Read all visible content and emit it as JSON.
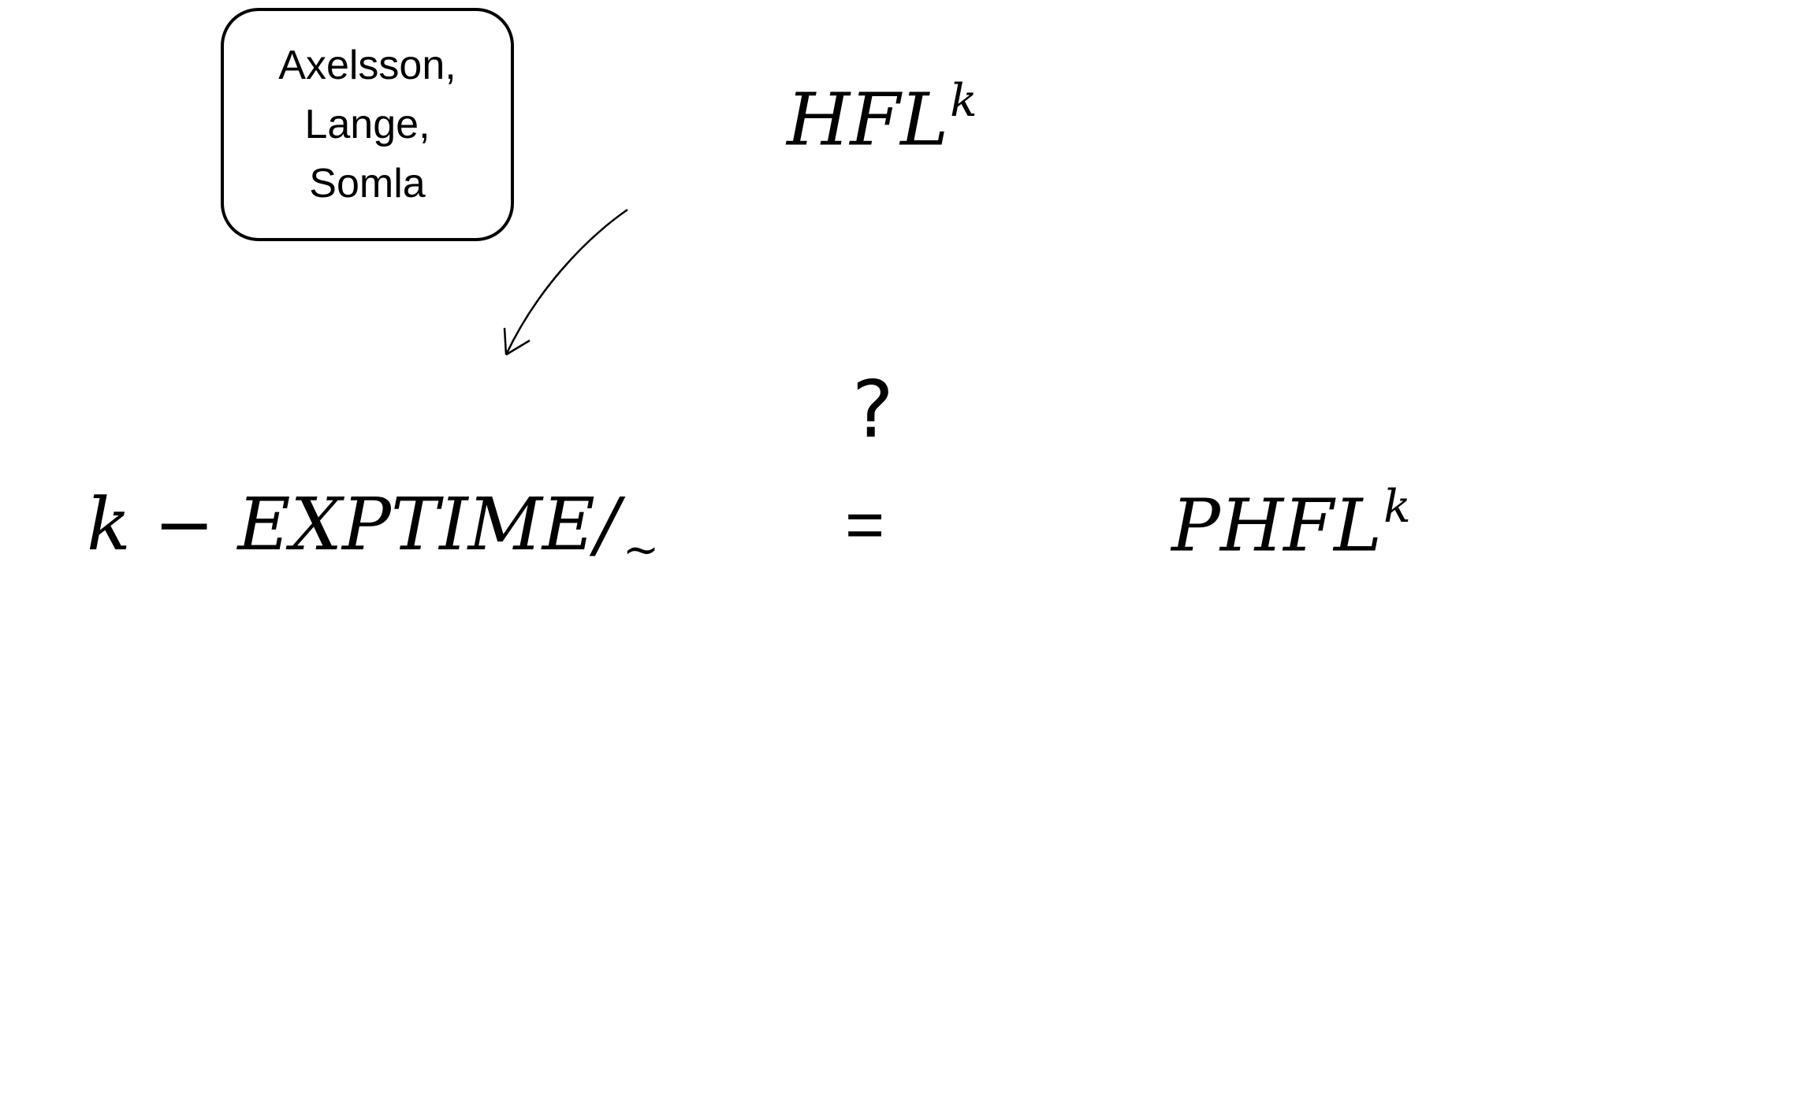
{
  "callout": {
    "lines": [
      "Axelsson,",
      "Lange,",
      "Somla"
    ]
  },
  "top_formula": {
    "base": "HFL",
    "superscript": "k"
  },
  "question_mark": "?",
  "equation": {
    "lhs_main": "k − EXPTIME/",
    "lhs_subscript": "~",
    "relation": "=",
    "rhs_base": "PHFL",
    "rhs_superscript": "k"
  },
  "colors": {
    "ink": "#000000",
    "background": "#ffffff"
  }
}
